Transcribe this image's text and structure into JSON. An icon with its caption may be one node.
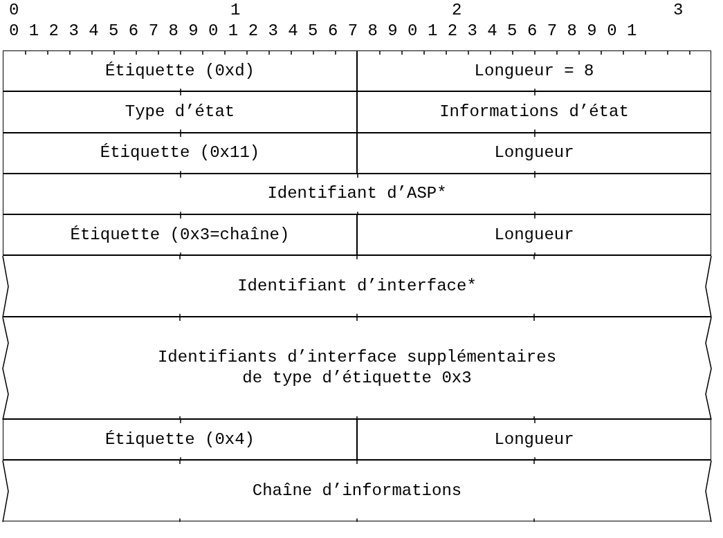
{
  "diagram": {
    "nodes": [
      {
        "text": [
          "Étiquette (0xd)"
        ]
      },
      {
        "text": [
          "Longueur = 8"
        ]
      },
      {
        "text": [
          "Type d’état"
        ]
      },
      {
        "text": [
          "Informations d’état"
        ]
      },
      {
        "text": [
          "Étiquette (0x11)"
        ]
      },
      {
        "text": [
          "Longueur"
        ]
      },
      {
        "text": [
          "Identifiant d’ASP*"
        ]
      },
      {
        "text": [
          "Étiquette (0x3=chaîne)"
        ]
      },
      {
        "text": [
          "Longueur"
        ]
      },
      {
        "text": [
          "Identifiant d’interface*"
        ]
      },
      {
        "text": [
          "Identifiants d’interface supplémentaires de type d’étiquette 0x3"
        ]
      },
      {
        "text": [
          "Étiquette (0x4)"
        ]
      },
      {
        "text": [
          "Longueur"
        ]
      },
      {
        "text": [
          "Chaîne d’informations"
        ]
      }
    ],
    "labels": [
      "0",
      "1",
      "2",
      "3",
      "0 1 2 3 4 5 6 7 8 9 0 1 2 3 4 5 6 7 8 9 0 1 2 3 4 5 6 7 8 9 0 1"
    ]
  }
}
